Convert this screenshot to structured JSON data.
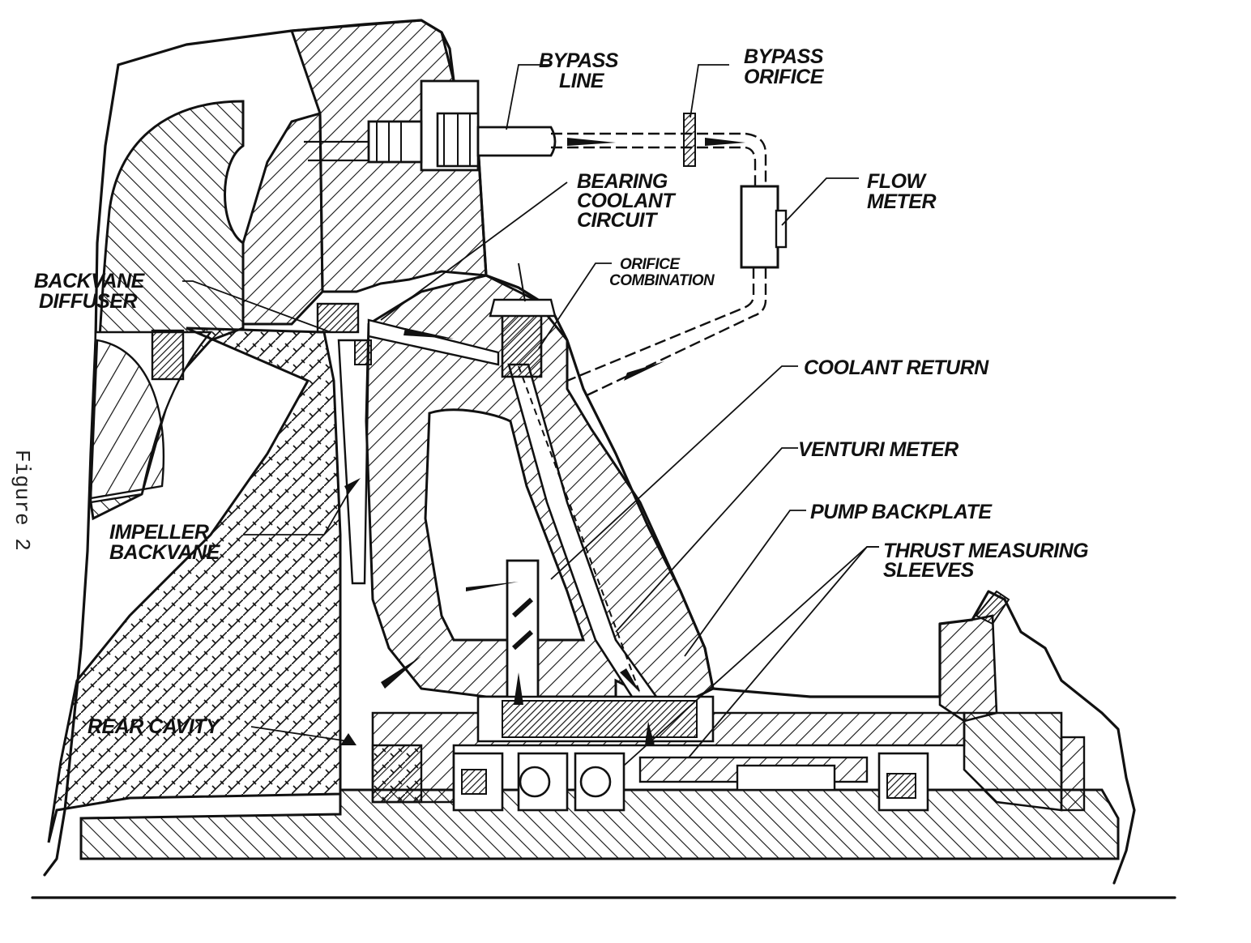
{
  "figure_caption": "Figure 2",
  "labels": {
    "bypass_line_1": "BYPASS",
    "bypass_line_2": "LINE",
    "bypass_orifice_1": "BYPASS",
    "bypass_orifice_2": "ORIFICE",
    "bearing_coolant_1": "BEARING",
    "bearing_coolant_2": "COOLANT",
    "bearing_coolant_3": "CIRCUIT",
    "flow_meter_1": "FLOW",
    "flow_meter_2": "METER",
    "backvane_diffuser_1": "BACKVANE",
    "backvane_diffuser_2": "DIFFUSER",
    "orifice_combination_1": "ORIFICE",
    "orifice_combination_2": "COMBINATION",
    "coolant_return": "COOLANT RETURN",
    "venturi_meter": "VENTURI METER",
    "pump_backplate": "PUMP BACKPLATE",
    "thrust_sleeves_1": "THRUST MEASURING",
    "thrust_sleeves_2": "SLEEVES",
    "impeller_backvane_1": "IMPELLER",
    "impeller_backvane_2": "BACKVANE",
    "rear_cavity": "REAR CAVITY"
  }
}
